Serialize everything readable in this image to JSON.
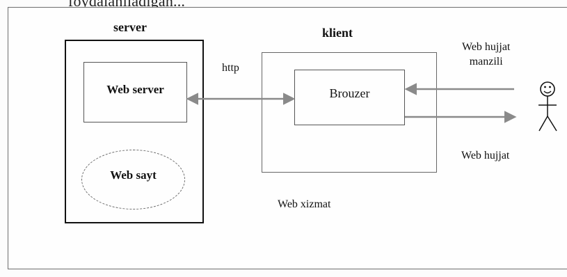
{
  "header_text": "foydalaniladigan...",
  "diagram": {
    "server_label": "server",
    "client_label": "klient",
    "protocol_label": "http",
    "web_server_label": "Web server",
    "website_label": "Web sayt",
    "browser_label": "Brouzer",
    "request_label_line1": "Web hujjat",
    "request_label_line2": "manzili",
    "response_label": "Web hujjat",
    "service_label": "Web xizmat"
  },
  "icons": {
    "user": "smiley-user-icon",
    "arrows": "double-arrow-icon"
  }
}
